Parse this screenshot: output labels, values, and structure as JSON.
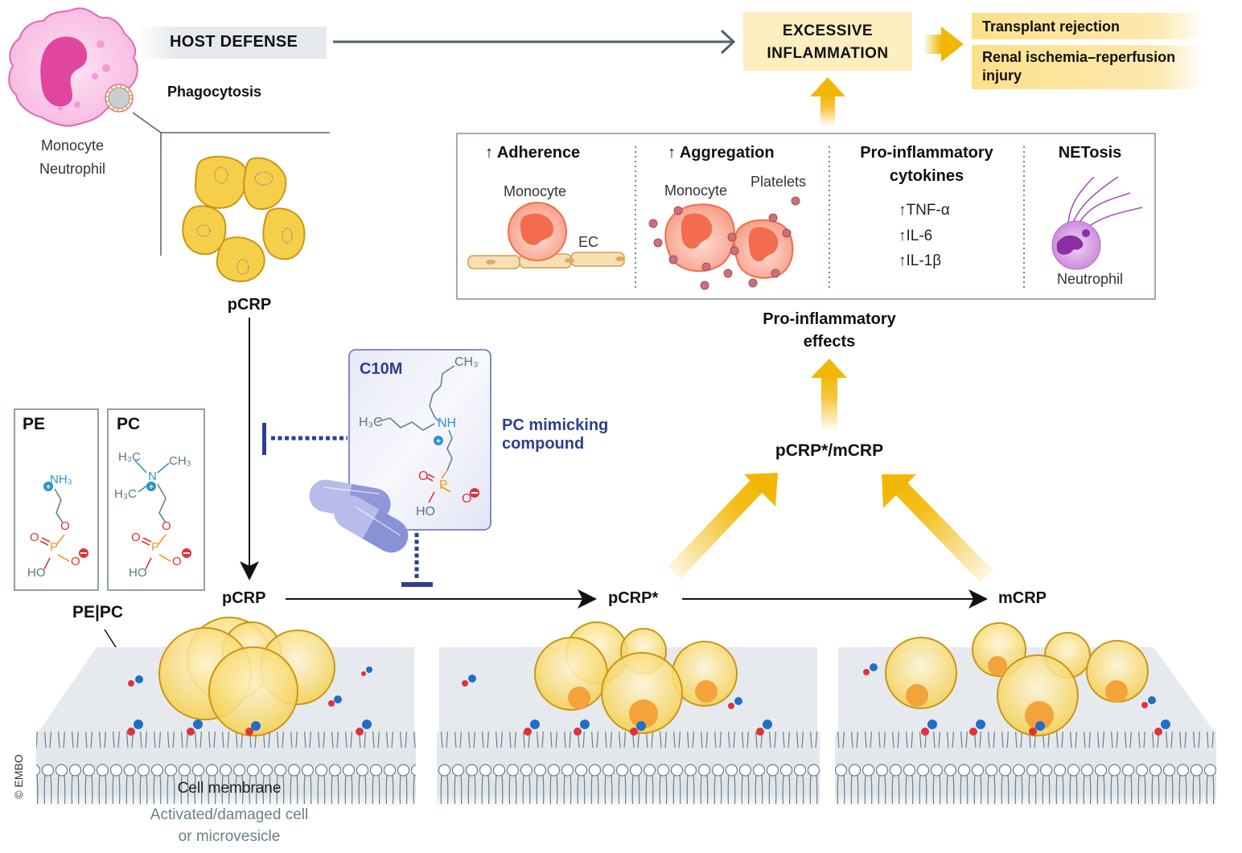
{
  "host_defense": {
    "label": "HOST DEFENSE",
    "phagocytosis": "Phagocytosis",
    "cell_label_1": "Monocyte",
    "cell_label_2": "Neutrophil",
    "pcrp_label": "pCRP"
  },
  "outcome": {
    "excessive_1": "EXCESSIVE",
    "excessive_2": "INFLAMMATION",
    "diseases": [
      "Transplant rejection",
      "Renal ischemia–reperfusion",
      "injury"
    ]
  },
  "effects_panel": {
    "adherence": {
      "title": "↑ Adherence",
      "monocyte": "Monocyte",
      "ec": "EC"
    },
    "aggregation": {
      "title": "↑ Aggregation",
      "monocyte": "Monocyte",
      "platelets": "Platelets"
    },
    "cytokines": {
      "title_1": "Pro-inflammatory",
      "title_2": "cytokines",
      "items": [
        "↑TNF-α",
        "↑IL-6",
        "↑IL-1β"
      ]
    },
    "netosis": {
      "title": "NETosis",
      "neutrophil": "Neutrophil"
    }
  },
  "pro_effects": {
    "line_1": "Pro-inflammatory",
    "line_2": "effects"
  },
  "pcrp_mcrp": "pCRP*/mCRP",
  "c10m": {
    "title": "C10M",
    "ch3_top": "CH₃",
    "h3c": "H₃C",
    "nh": "NH",
    "o_double": "O",
    "p": "P",
    "o_minus": "O",
    "ho": "HO",
    "side_label_1": "PC mimicking",
    "side_label_2": "compound"
  },
  "lipids": {
    "pe": {
      "title": "PE",
      "nh3": "NH₃",
      "o": "O",
      "o2": "O",
      "p": "P",
      "o3": "O",
      "ho": "HO"
    },
    "pc": {
      "title": "PC",
      "h3c_a": "H₃C",
      "ch3": "CH₃",
      "n": "N",
      "h3c_b": "H₃C",
      "o": "O",
      "o2": "O",
      "p": "P",
      "o3": "O",
      "ho": "HO"
    },
    "pe_pc_label": "PE|PC"
  },
  "pathway": {
    "stage_1": "pCRP",
    "stage_2": "pCRP*",
    "stage_3": "mCRP"
  },
  "membrane": {
    "label": "Cell membrane",
    "sub_1": "Activated/damaged cell",
    "sub_2": "or microvesicle"
  },
  "copyright": "© EMBO",
  "colors": {
    "yellow": "#f2b705",
    "yellow_light": "#fdeebf",
    "navy": "#2e3f8f",
    "slate": "#4d626d",
    "pink": "#f07fc4",
    "red_cell": "#f36c4f",
    "purple": "#a247b8"
  }
}
